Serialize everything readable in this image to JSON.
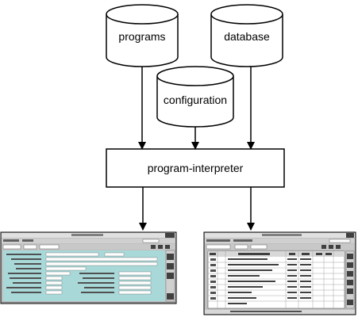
{
  "nodes": {
    "programs": {
      "label": "programs",
      "shape": "cylinder"
    },
    "database": {
      "label": "database",
      "shape": "cylinder"
    },
    "configuration": {
      "label": "configuration",
      "shape": "cylinder"
    },
    "interpreter": {
      "label": "program-interpreter",
      "shape": "rectangle"
    }
  },
  "edges": [
    {
      "from": "programs",
      "to": "program-interpreter"
    },
    {
      "from": "database",
      "to": "program-interpreter"
    },
    {
      "from": "configuration",
      "to": "program-interpreter"
    },
    {
      "from": "program-interpreter",
      "to": "left-screenshot"
    },
    {
      "from": "program-interpreter",
      "to": "right-screenshot"
    }
  ],
  "colors": {
    "stroke": "#000000",
    "panel_bg": "#c0c0c0",
    "form_area": "#a8d8d8",
    "table_bg": "#ffffff",
    "titlebar": "#e0e0e0"
  }
}
